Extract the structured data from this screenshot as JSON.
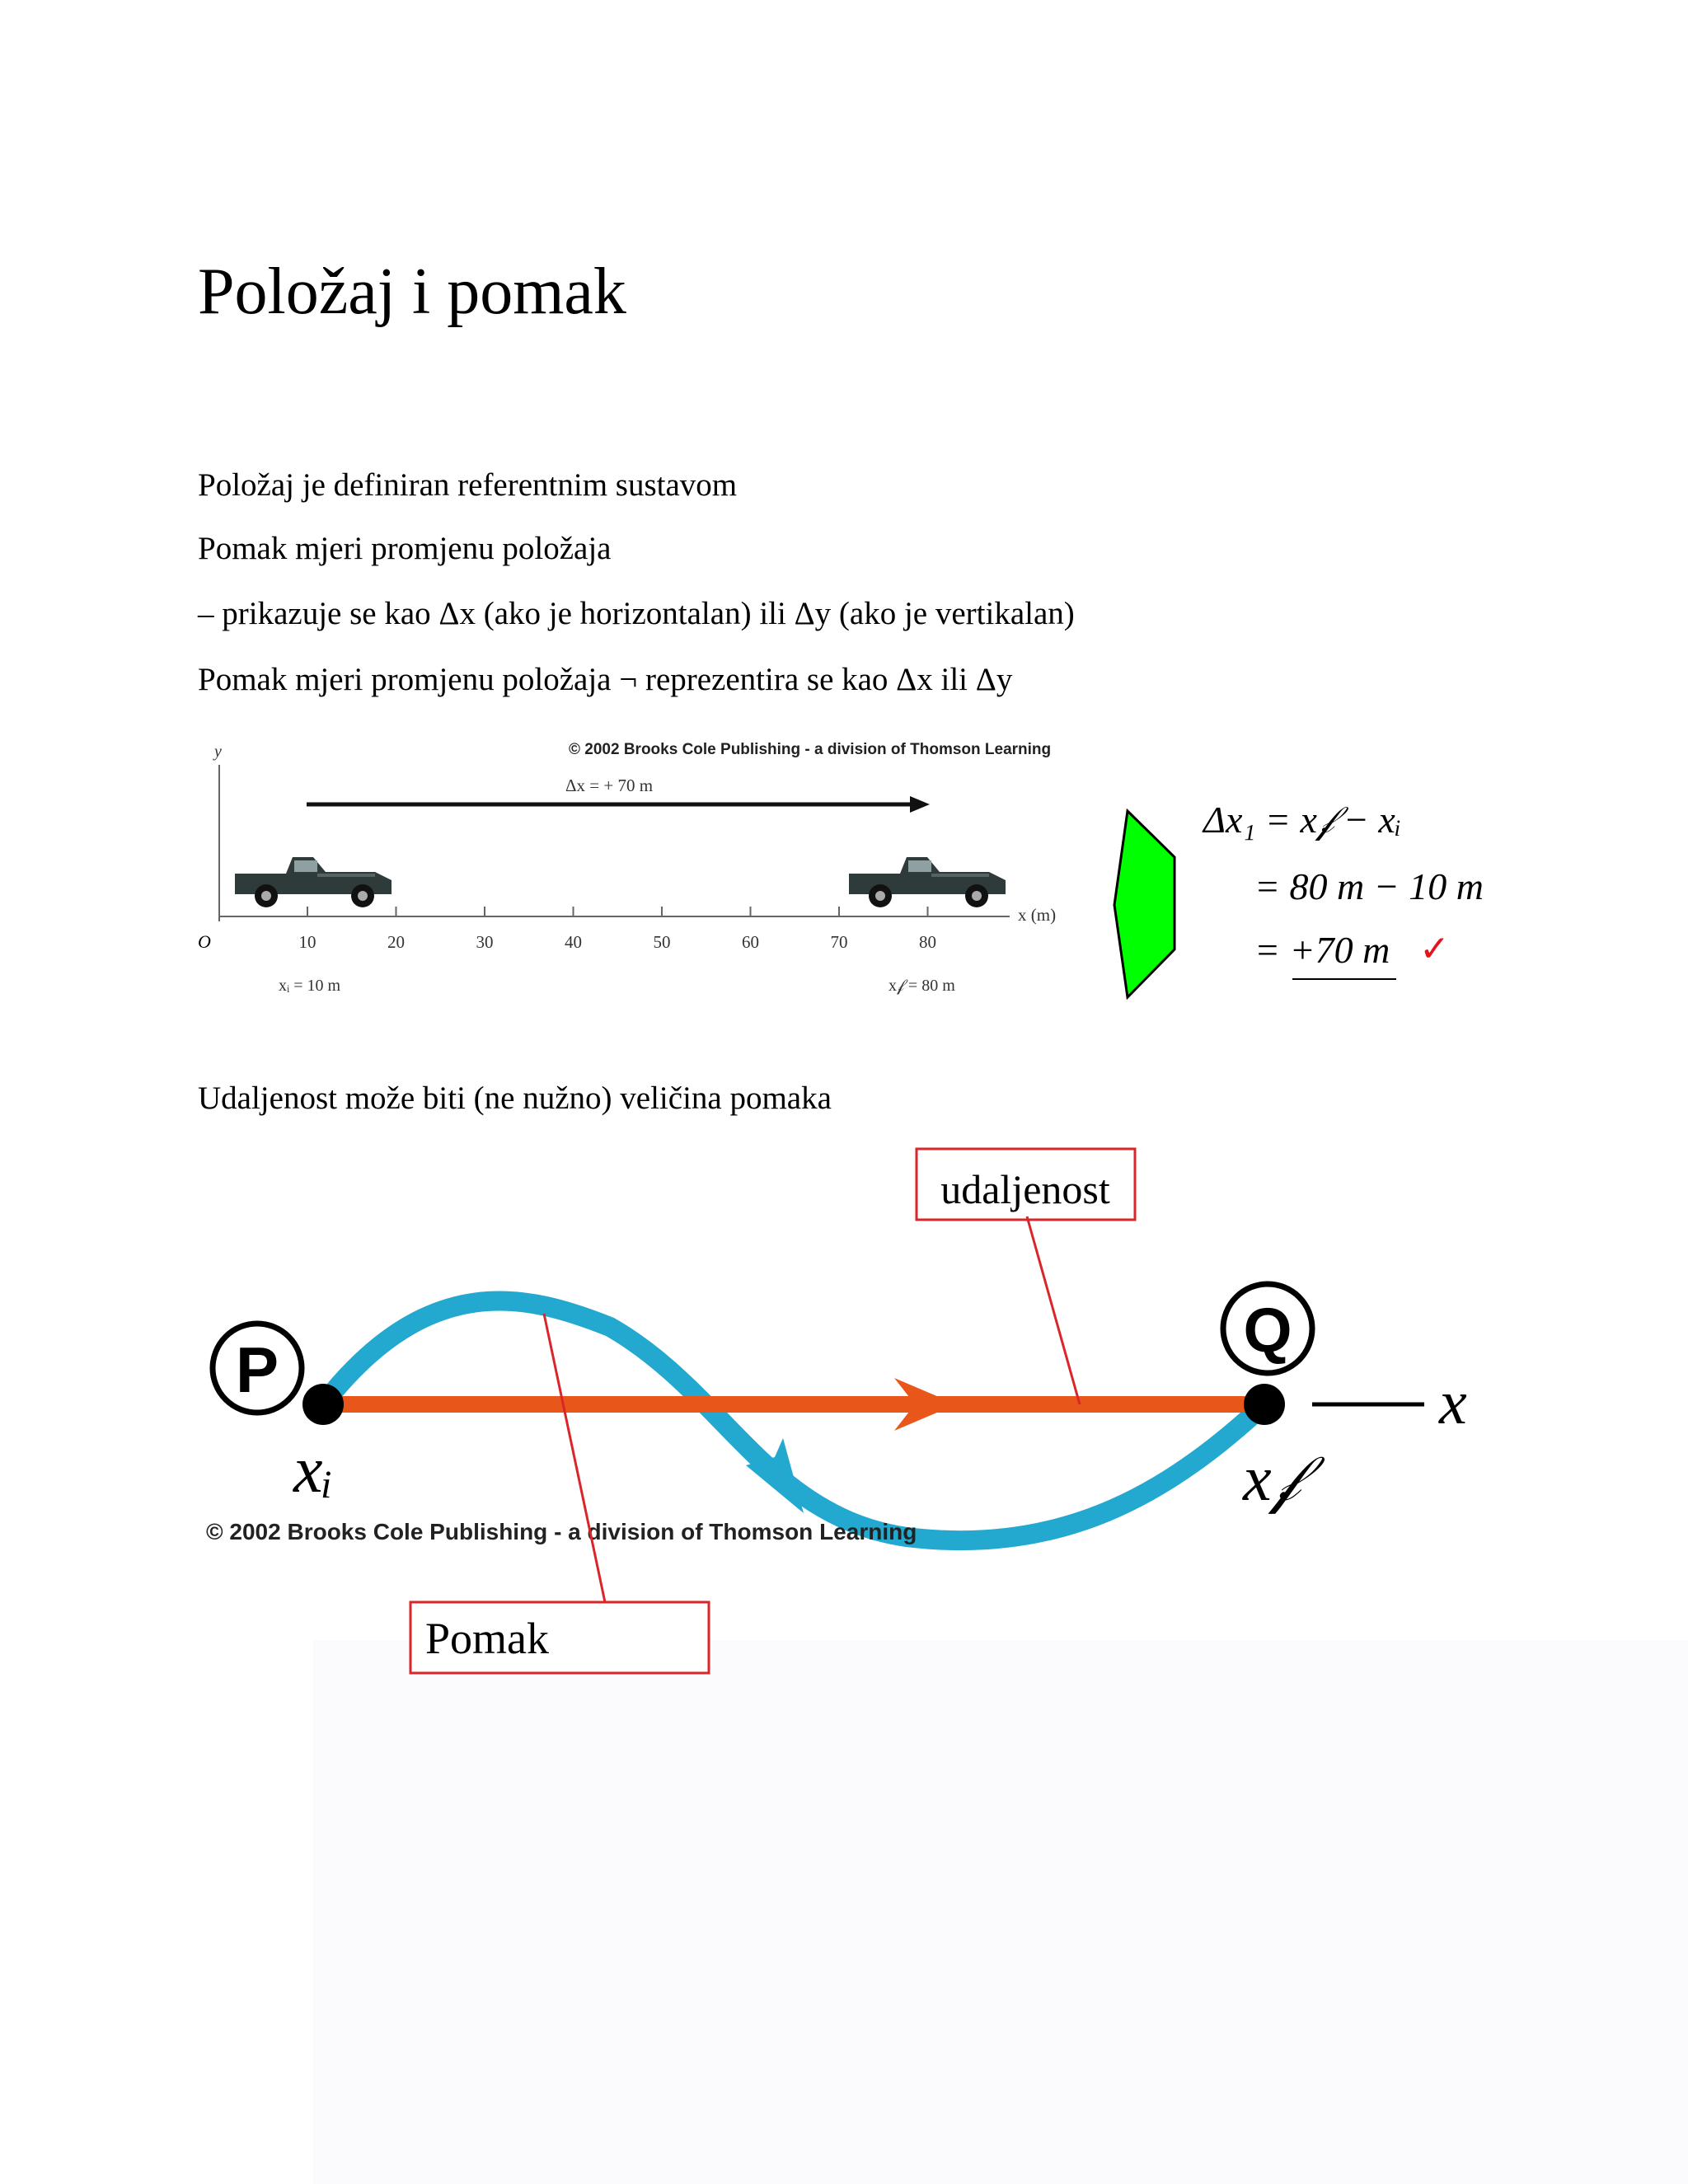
{
  "document": {
    "title": "Položaj i pomak",
    "paragraphs": [
      "Položaj je definiran referentnim sustavom",
      "Pomak mjeri promjenu položaja",
      "– prikazuje se kao Δx (ako je horizontalan) ili Δy (ako je vertikalan)",
      "Pomak mjeri promjenu položaja ¬ reprezentira se kao Δx ili Δy"
    ],
    "paragraph_after_figure": "Udaljenost može biti (ne nužno) veličina pomaka"
  },
  "figure_trucks": {
    "copyright": "© 2002 Brooks Cole Publishing - a division of Thomson Learning",
    "y_label": "y",
    "origin_label": "O",
    "x_axis_label": "x (m)",
    "delta_label": "Δx = + 70 m",
    "ticks": [
      "10",
      "20",
      "30",
      "40",
      "50",
      "60",
      "70",
      "80"
    ],
    "xi_label": "xᵢ = 10 m",
    "xf_label": "x𝒻 = 80 m",
    "equation_lines": [
      "Δx₁ = x𝒻 − xᵢ",
      "= 80 m − 10 m",
      "= +70 m"
    ],
    "check_mark": "✓",
    "arrow_color": "#00ff00",
    "check_color": "#e0161b"
  },
  "figure_path": {
    "label_distance": "udaljenost",
    "label_displacement": "Pomak",
    "point_p": "P",
    "point_q": "Q",
    "xi_label": "xᵢ",
    "xf_label": "x𝒻",
    "axis_label": "x",
    "copyright": "© 2002 Brooks Cole Publishing - a division of Thomson Learning",
    "displacement_color": "#e8561a",
    "distance_color": "#23a9cf",
    "callout_border_color": "#d9262b"
  }
}
